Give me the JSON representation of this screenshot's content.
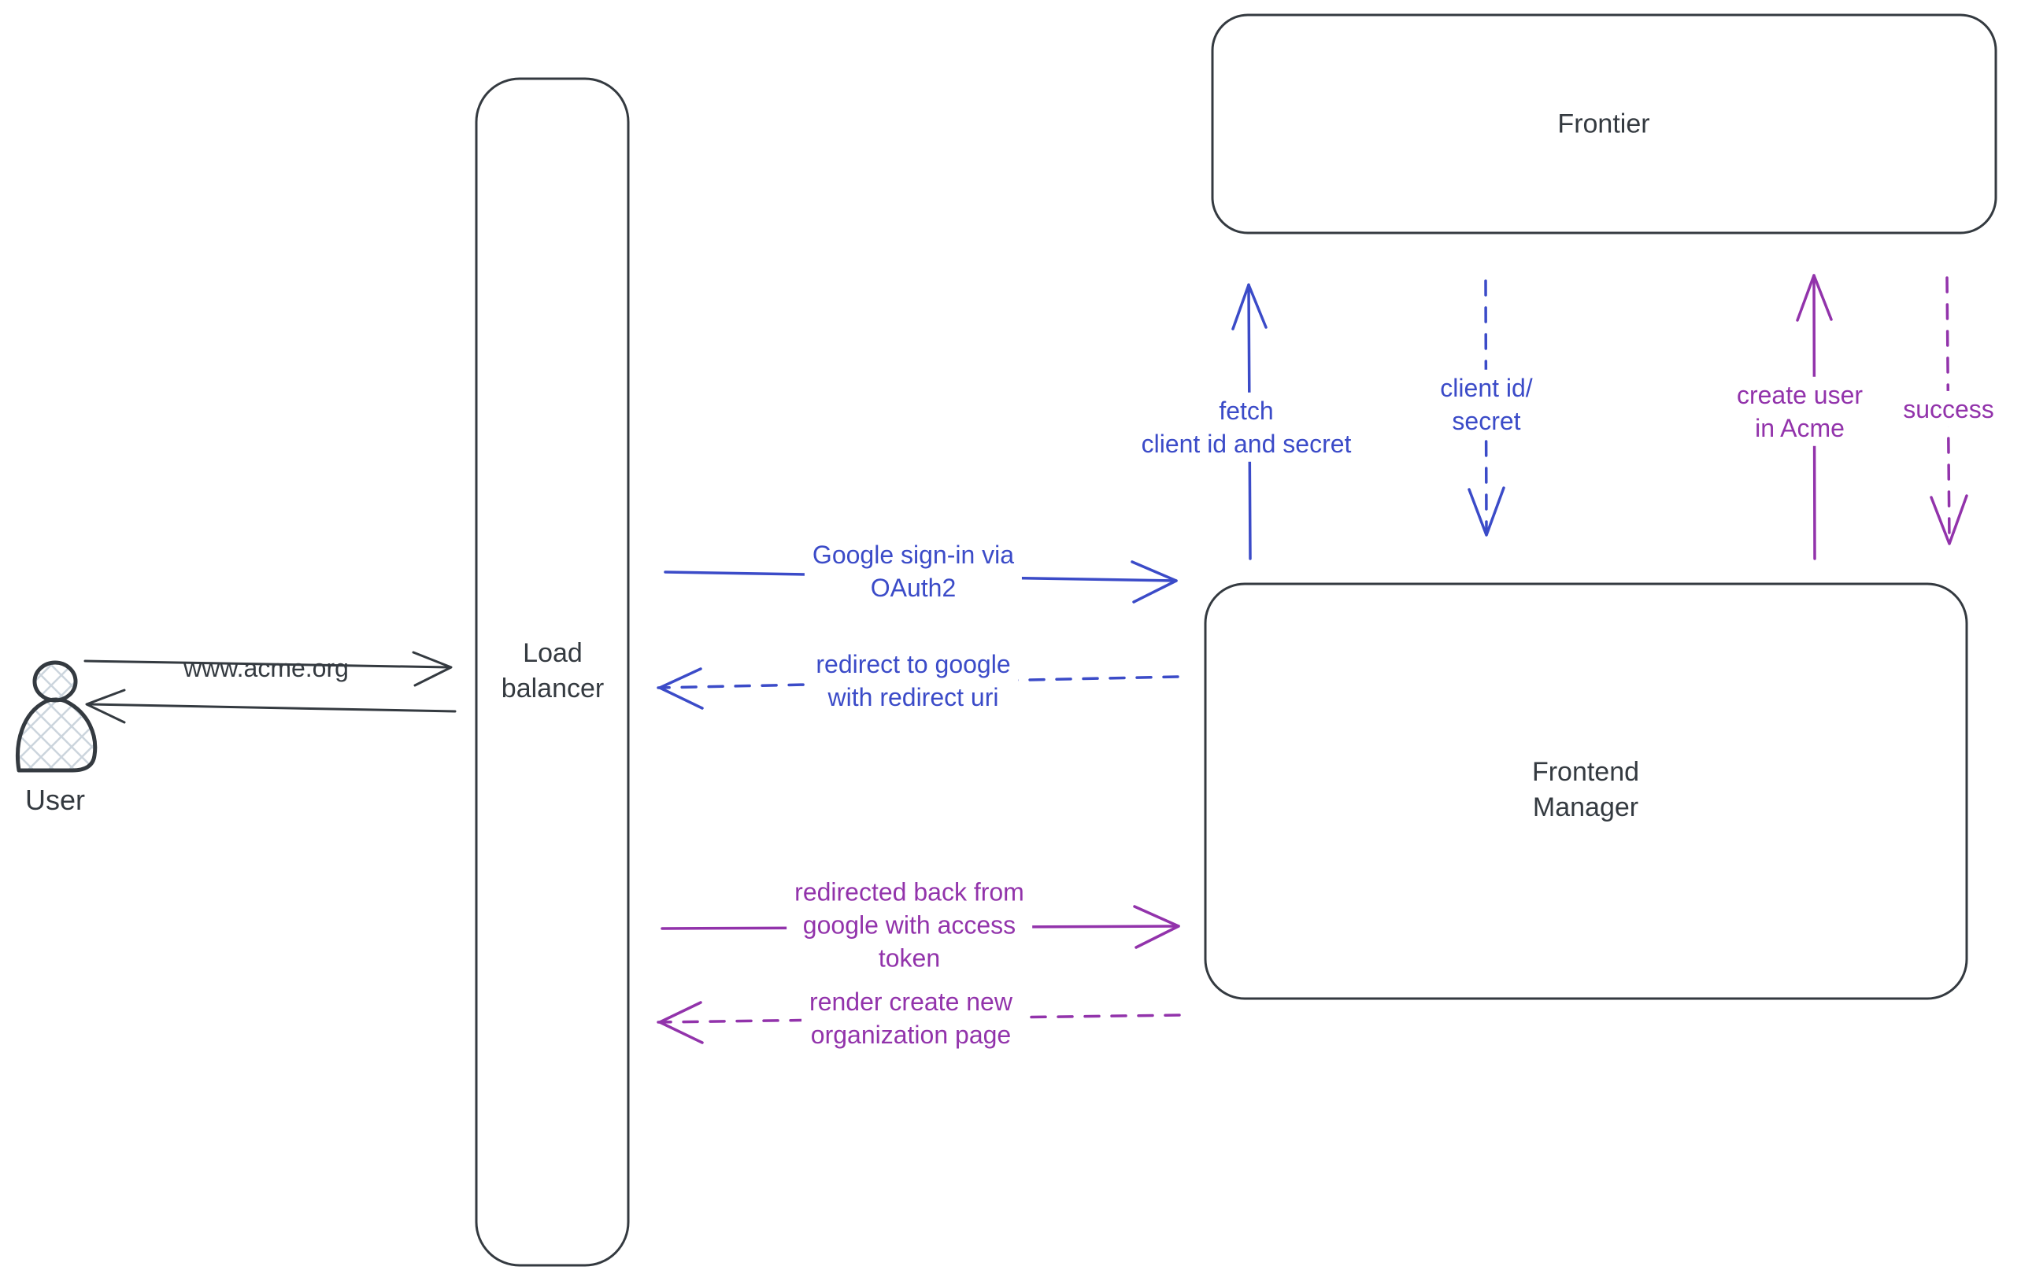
{
  "diagram_type": "sequence-flow-sketch",
  "colors": {
    "ink": "#343a40",
    "blue": "#3b4bc8",
    "purple": "#9233ab",
    "hatch_fill": "#ccd5dd",
    "background": "#ffffff"
  },
  "nodes": {
    "user": {
      "label": "User",
      "shape": "person"
    },
    "load_balancer": {
      "label": [
        "Load",
        "balancer"
      ],
      "shape": "tall-rounded-rect"
    },
    "frontier": {
      "label": "Frontier",
      "shape": "wide-rounded-rect"
    },
    "frontend_manager": {
      "label": [
        "Frontend",
        "Manager"
      ],
      "shape": "rounded-rect"
    }
  },
  "edges": {
    "www_acme_org": {
      "label": "www.acme.org",
      "style": "solid",
      "color": "ink",
      "direction": "right"
    },
    "user_return": {
      "label": "",
      "style": "solid",
      "color": "ink",
      "direction": "left"
    },
    "google_sign_in": {
      "lines": [
        "Google sign-in via",
        "OAuth2"
      ],
      "style": "solid",
      "color": "blue",
      "direction": "right"
    },
    "redirect_to_google": {
      "lines": [
        "redirect to google",
        "with redirect uri"
      ],
      "style": "dashed",
      "color": "blue",
      "direction": "left"
    },
    "fetch_client_id": {
      "lines": [
        "fetch",
        "client id and secret"
      ],
      "style": "solid",
      "color": "blue",
      "direction": "up"
    },
    "client_id_secret": {
      "lines": [
        "client id/",
        "secret"
      ],
      "style": "dashed",
      "color": "blue",
      "direction": "down"
    },
    "create_user_in_acme": {
      "lines": [
        "create user",
        "in Acme"
      ],
      "style": "solid",
      "color": "purple",
      "direction": "up"
    },
    "success": {
      "label": "success",
      "style": "dashed",
      "color": "purple",
      "direction": "down"
    },
    "redirected_back": {
      "lines": [
        "redirected back from",
        "google with access",
        "token"
      ],
      "style": "solid",
      "color": "purple",
      "direction": "right"
    },
    "render_create_org": {
      "lines": [
        "render create new",
        "organization page"
      ],
      "style": "dashed",
      "color": "purple",
      "direction": "left"
    }
  }
}
